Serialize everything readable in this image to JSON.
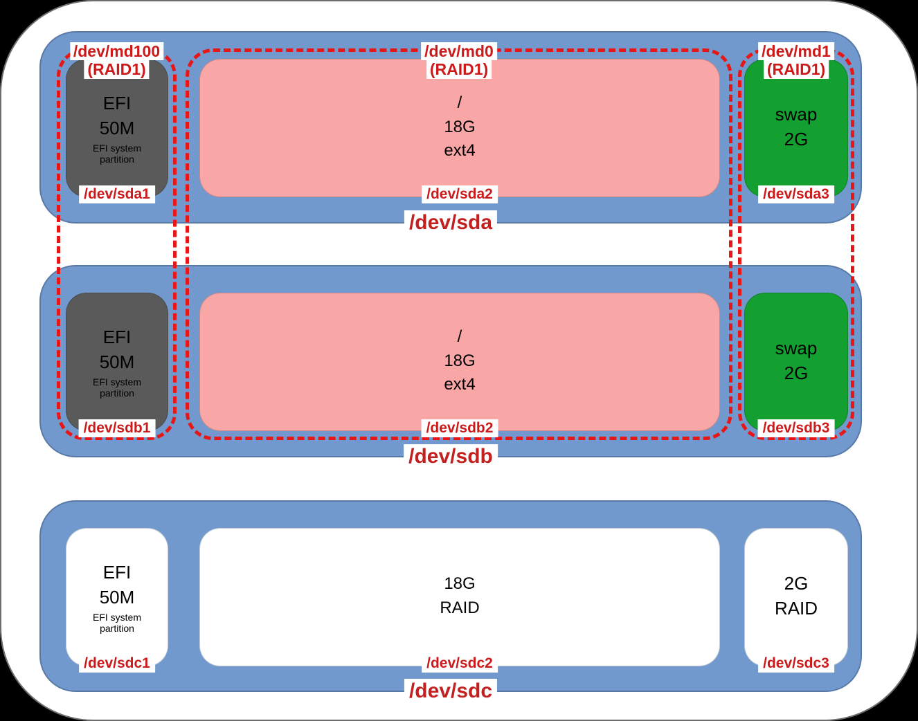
{
  "colors": {
    "page_bg": "#000000",
    "canvas_bg": "#ffffff",
    "disk_blue": "#7199cd",
    "efi_gray": "#5a5a5a",
    "root_pink": "#f9a6a6",
    "swap_green": "#149f31",
    "label_red": "#cc1a1a",
    "raid_dash_red": "#e81717"
  },
  "disks": [
    {
      "name": "/dev/sda",
      "partitions": [
        {
          "label": "/dev/sda1",
          "text": "EFI\n50M",
          "sub": "EFI system partition"
        },
        {
          "label": "/dev/sda2",
          "text": "/\n18G\next4"
        },
        {
          "label": "/dev/sda3",
          "text": "swap\n2G"
        }
      ]
    },
    {
      "name": "/dev/sdb",
      "partitions": [
        {
          "label": "/dev/sdb1",
          "text": "EFI\n50M",
          "sub": "EFI system partition"
        },
        {
          "label": "/dev/sdb2",
          "text": "/\n18G\next4"
        },
        {
          "label": "/dev/sdb3",
          "text": "swap\n2G"
        }
      ]
    },
    {
      "name": "/dev/sdc",
      "partitions": [
        {
          "label": "/dev/sdc1",
          "text": "EFI\n50M",
          "sub": "EFI system partition"
        },
        {
          "label": "/dev/sdc2",
          "text": "18G\nRAID"
        },
        {
          "label": "/dev/sdc3",
          "text": "2G\nRAID"
        }
      ]
    }
  ],
  "raids": [
    {
      "name": "/dev/md100",
      "type": "(RAID1)"
    },
    {
      "name": "/dev/md0",
      "type": "(RAID1)"
    },
    {
      "name": "/dev/md1",
      "type": "(RAID1)"
    }
  ]
}
